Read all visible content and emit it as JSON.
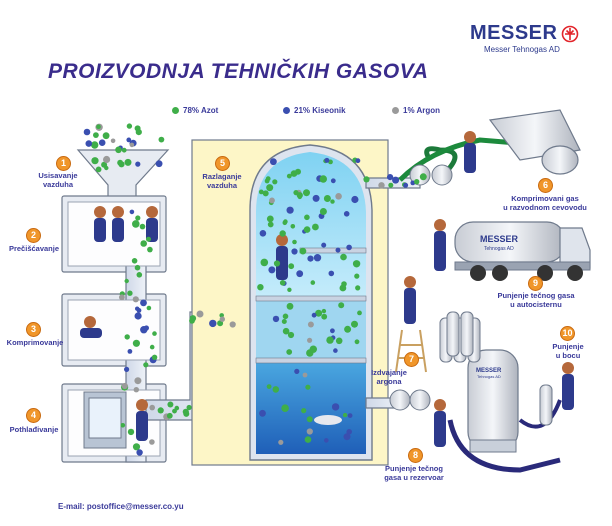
{
  "title": "PROIZVODNJA TEHNIČKIH GASOVA",
  "brand": {
    "name": "MESSER",
    "subtitle": "Messer Tehnogas AD",
    "truck_name": "MESSER",
    "truck_sub": "Tehnogas AD",
    "tank_name": "MESSER",
    "tank_sub": "Tehnogas AD",
    "accent": "#e2242a",
    "text_color": "#2d3a8c"
  },
  "legend": [
    {
      "label": "78% Azot",
      "color": "#3fae49"
    },
    {
      "label": "21% Kiseonik",
      "color": "#3a4fb0"
    },
    {
      "label": "1% Argon",
      "color": "#9a9a9a"
    }
  ],
  "steps": [
    {
      "num": "1",
      "label": "Usisavanje\nvazduha"
    },
    {
      "num": "2",
      "label": "Prečišćavanje"
    },
    {
      "num": "3",
      "label": "Komprimovanje"
    },
    {
      "num": "4",
      "label": "Pothlađivanje"
    },
    {
      "num": "5",
      "label": "Razlaganje\nvazduha"
    },
    {
      "num": "6",
      "label": "Komprimovani gas\nu razvodnom cevovodu"
    },
    {
      "num": "7",
      "label": "Izdvajanje\nargona"
    },
    {
      "num": "8",
      "label": "Punjenje tečnog\ngasa u rezervoar"
    },
    {
      "num": "9",
      "label": "Punjenje tečnog gasa\nu autocisternu"
    },
    {
      "num": "10",
      "label": "Punjenje\nu bocu"
    }
  ],
  "footer": {
    "email": "E-mail: postoffice@messer.co.yu"
  }
}
